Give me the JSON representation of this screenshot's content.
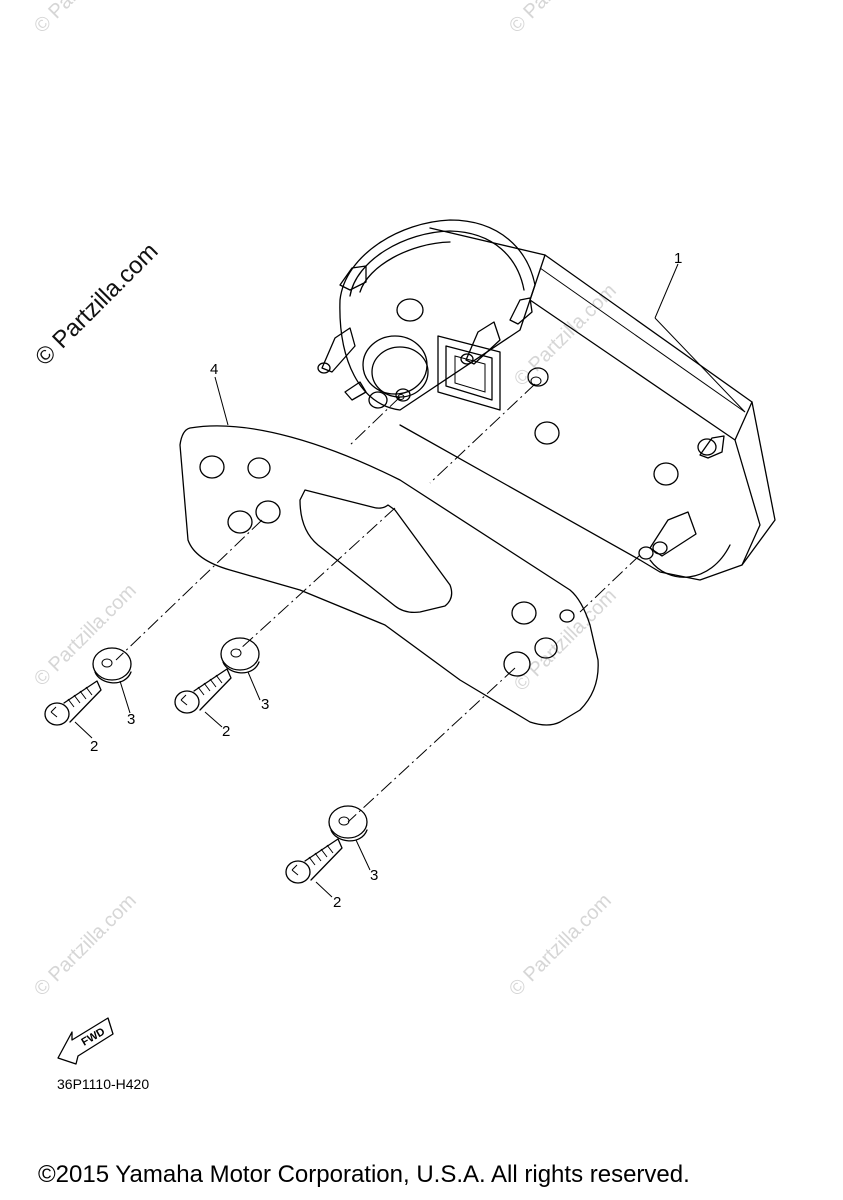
{
  "watermarks": {
    "main": "© Partzilla.com",
    "faint": "© Partzilla.com"
  },
  "callouts": {
    "meter_assembly": "1",
    "bracket": "4",
    "screw_left": "2",
    "washer_left": "3",
    "screw_middle": "2",
    "washer_middle": "3",
    "screw_bottom": "2",
    "washer_bottom": "3"
  },
  "fwd_label": "FWD",
  "diagram_code": "36P1110-H420",
  "copyright": "©2015 Yamaha Motor Corporation, U.S.A. All rights reserved."
}
